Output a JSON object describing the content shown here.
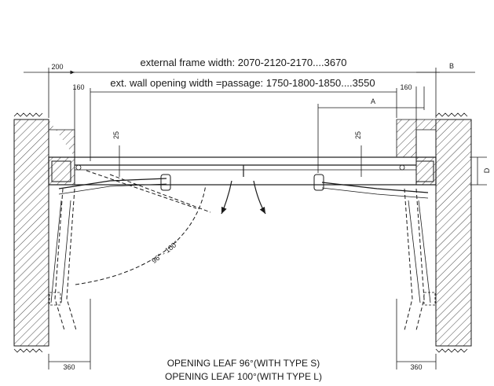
{
  "dimensions": {
    "external_frame": "external frame width: 2070-2120-2170....3670",
    "wall_opening": "ext. wall opening width =passage: 1750-1800-1850....3550",
    "left_200": "200",
    "left_160": "160",
    "right_160": "160",
    "b_label": "B",
    "a_label": "A",
    "d_label": "D",
    "left_25": "25",
    "right_25": "25",
    "angle": "96° - 100°",
    "left_360": "360",
    "right_360": "360"
  },
  "caption": {
    "line1": "OPENING LEAF 96°(WITH TYPE S)",
    "line2": "OPENING LEAF 100°(WITH TYPE L)"
  }
}
